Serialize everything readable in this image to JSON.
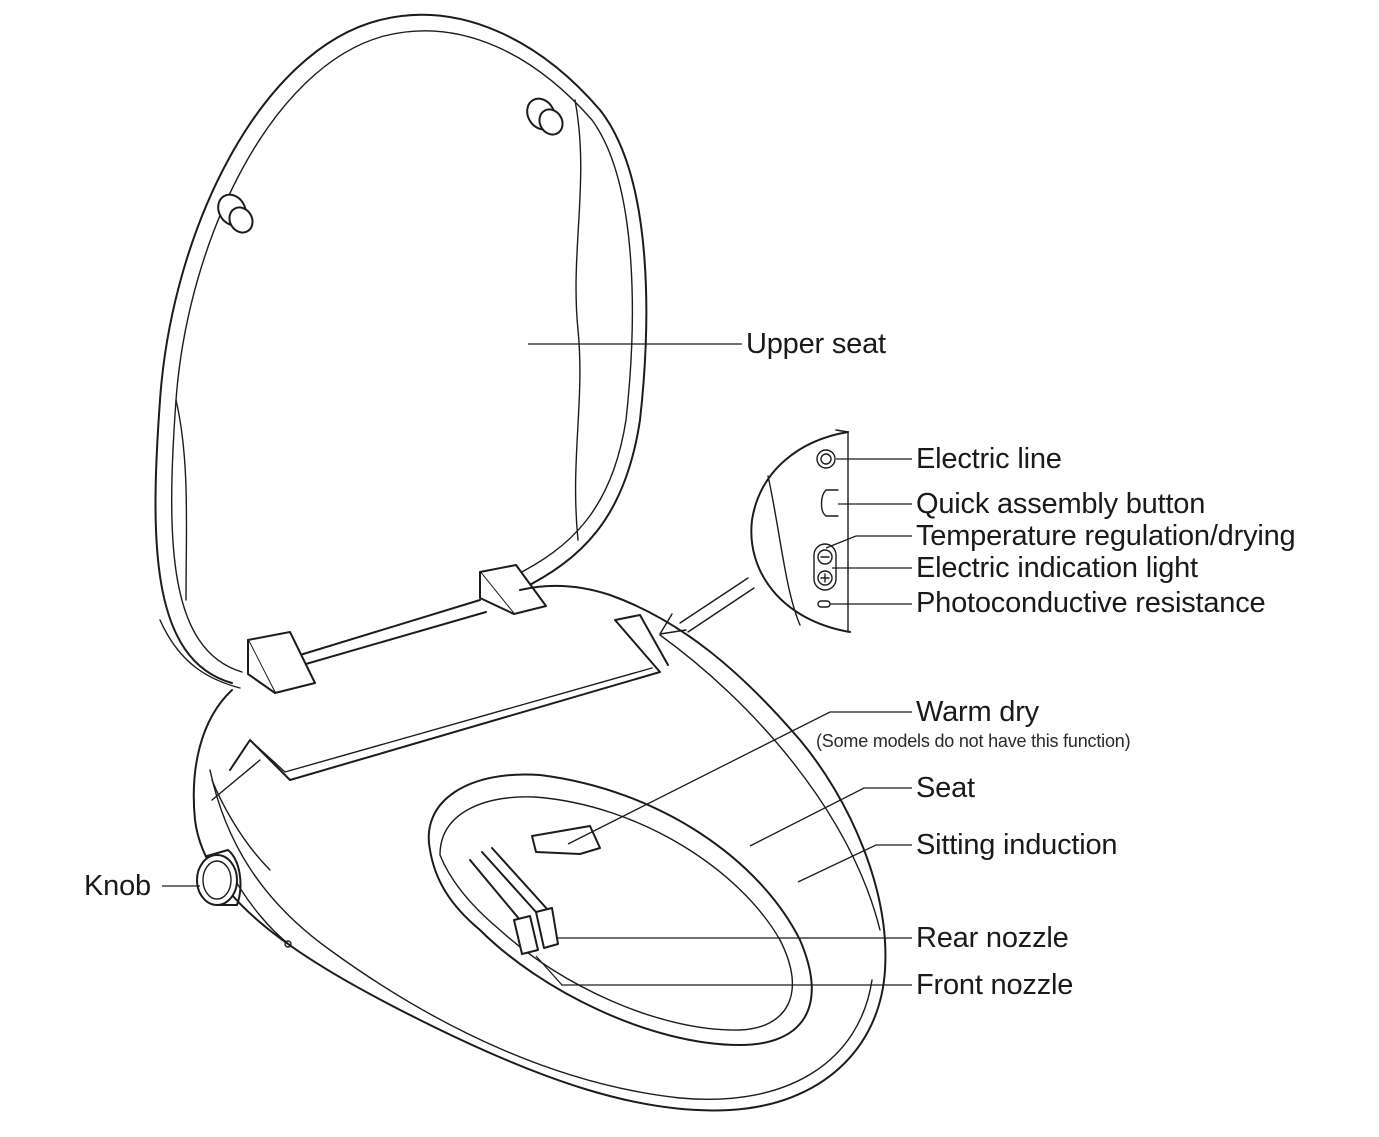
{
  "diagram": {
    "labels": {
      "upper_seat": "Upper seat",
      "electric_line": "Electric line",
      "quick_assembly_button": "Quick assembly button",
      "temperature_regulation": "Temperature regulation/drying",
      "electric_indication_light": "Electric indication light",
      "photoconductive_resistance": "Photoconductive resistance",
      "warm_dry": "Warm dry",
      "warm_dry_note": "(Some models do not have this function)",
      "seat": "Seat",
      "sitting_induction": "Sitting induction",
      "knob": "Knob",
      "rear_nozzle": "Rear nozzle",
      "front_nozzle": "Front nozzle"
    },
    "colors": {
      "line": "#1c1c1c",
      "background": "#ffffff"
    }
  }
}
